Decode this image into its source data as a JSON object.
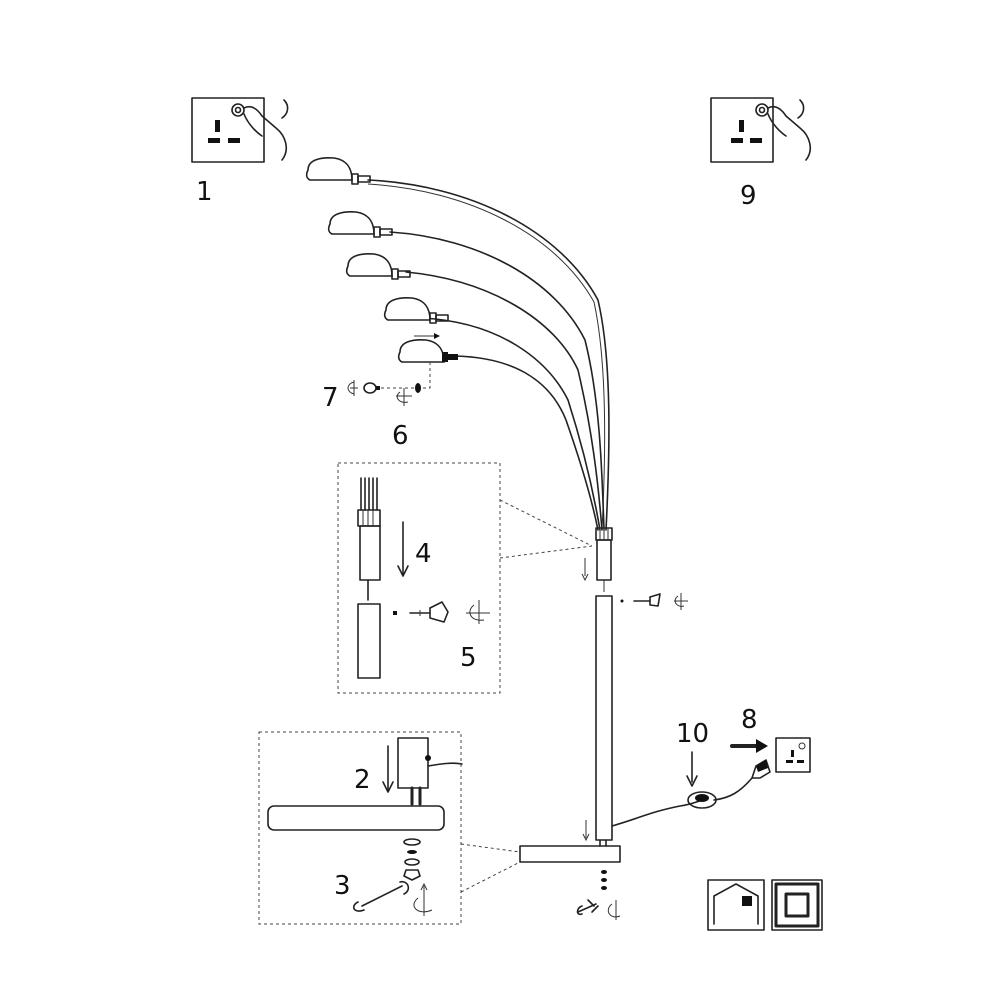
{
  "steps": {
    "s1": "1",
    "s2": "2",
    "s3": "3",
    "s4": "4",
    "s5": "5",
    "s6": "6",
    "s7": "7",
    "s8": "8",
    "s9": "9",
    "s10": "10"
  },
  "icons": {
    "socket": "wall-socket-icon",
    "indoor": "indoor-use-icon",
    "class2": "double-insulated-icon"
  }
}
